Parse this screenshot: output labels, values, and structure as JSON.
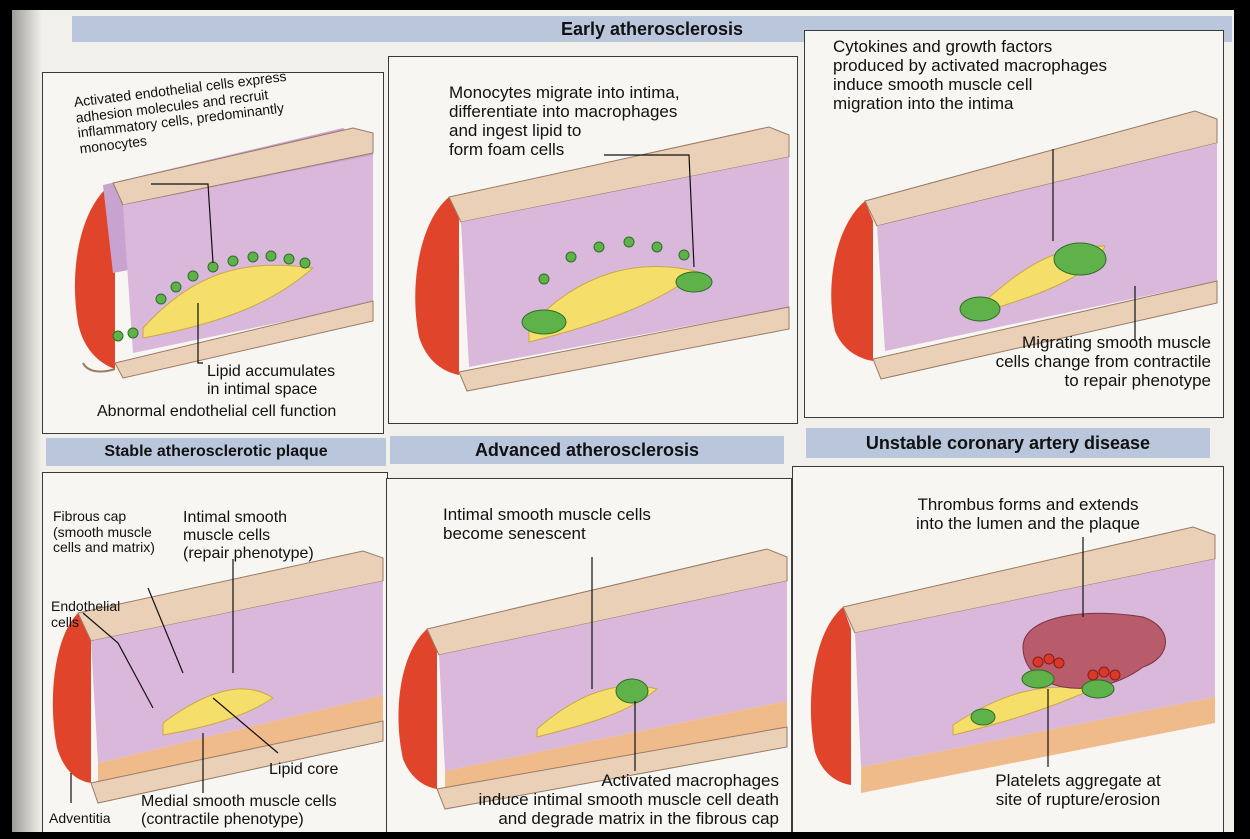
{
  "headers": {
    "early": "Early atherosclerosis",
    "stable": "Stable atherosclerotic plaque",
    "advanced": "Advanced atherosclerosis",
    "unstable": "Unstable coronary artery disease"
  },
  "panels": {
    "p1": {
      "top_label": "Activated endothelial cells express\nadhesion molecules and recruit\ninflammatory cells, predominantly\nmonocytes",
      "lipid_label": "Lipid accumulates\nin intimal space",
      "bottom_label": "Abnormal endothelial cell function"
    },
    "p2": {
      "top_label": "Monocytes migrate into intima,\ndifferentiate into macrophages\nand ingest lipid to\nform foam cells"
    },
    "p3": {
      "top_label": "Cytokines and growth factors\nproduced by activated macrophages\ninduce smooth muscle cell\nmigration into the intima",
      "bottom_label": "Migrating smooth muscle\ncells change from contractile\nto repair phenotype"
    },
    "p4": {
      "fibrous_cap": "Fibrous cap\n(smooth muscle\ncells and matrix)",
      "intimal_smc": "Intimal smooth\nmuscle cells\n(repair phenotype)",
      "endothelial": "Endothelial\ncells",
      "lipid_core": "Lipid core",
      "medial_smc": "Medial smooth muscle cells\n(contractile phenotype)",
      "adventitia": "Adventitia"
    },
    "p5": {
      "top_label": "Intimal smooth muscle cells\nbecome senescent",
      "bottom_label": "Activated macrophages\ninduce intimal smooth muscle cell death\nand degrade matrix in the fibrous cap"
    },
    "p6": {
      "top_label": "Thrombus forms and extends\ninto the lumen and the plaque",
      "bottom_label": "Platelets aggregate at\nsite of rupture/erosion"
    }
  },
  "colors": {
    "header_bg": "#b9c6dc",
    "vessel_wall": "#e9d0b6",
    "intima": "#c9a3cf",
    "lumen_red": "#e0452c",
    "lipid": "#f5de6a",
    "foam_cells": "#5fb14a",
    "thrombus": "#b85b6b",
    "platelets": "#d9382b"
  }
}
